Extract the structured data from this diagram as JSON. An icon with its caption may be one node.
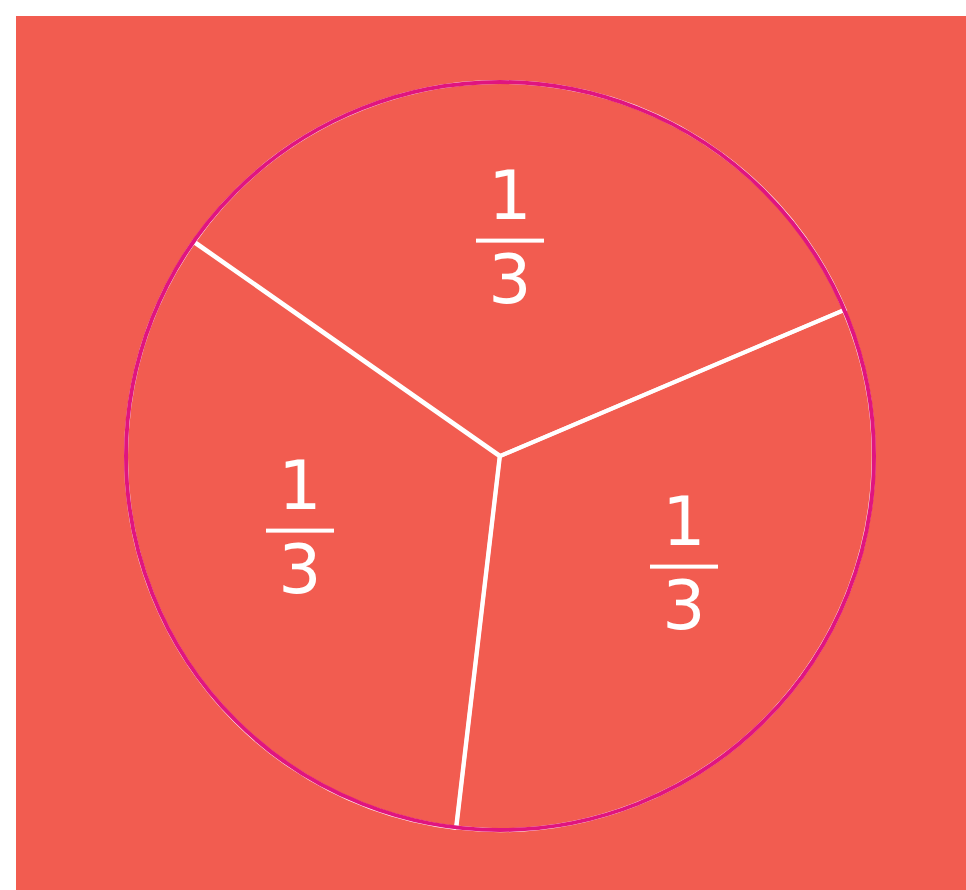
{
  "diagram": {
    "nodes": [
      {
        "text": [
          "1",
          "3"
        ]
      },
      {
        "text": [
          "1",
          "3"
        ]
      },
      {
        "text": [
          "1",
          "3"
        ]
      }
    ]
  }
}
